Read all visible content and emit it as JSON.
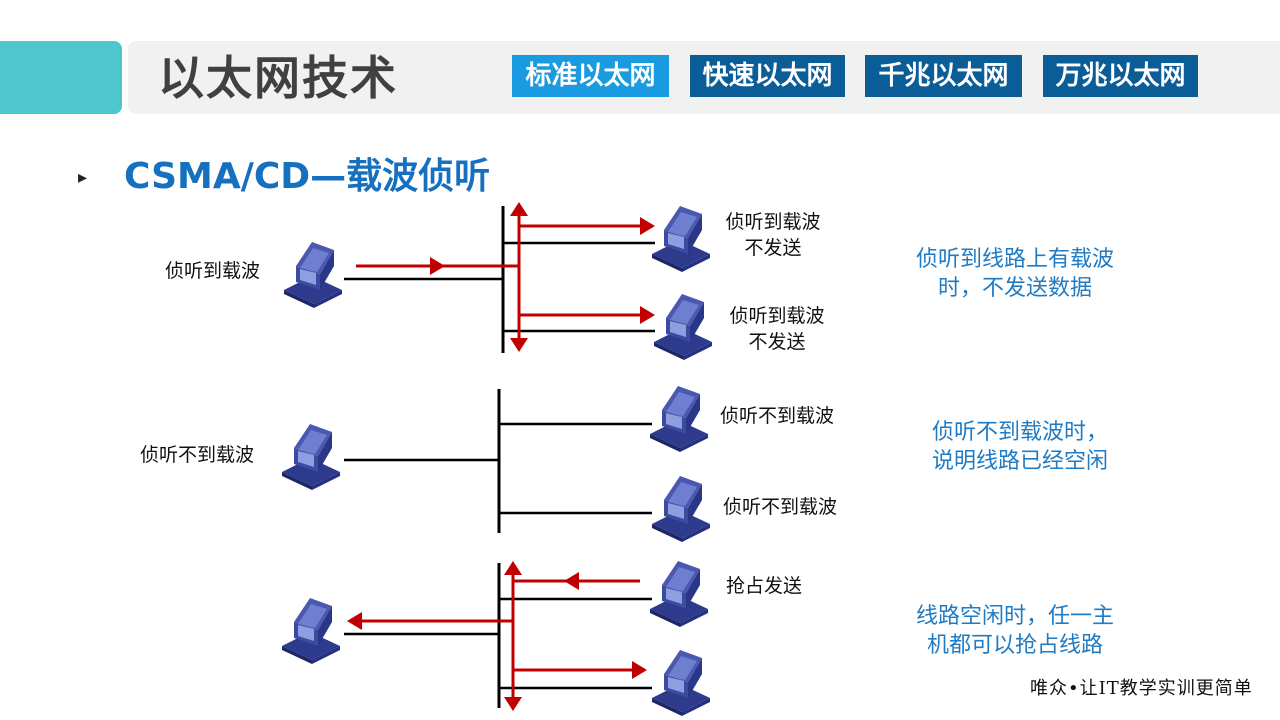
{
  "header": {
    "title": "以太网技术",
    "tabs": [
      {
        "label": "标准以太网",
        "active": true
      },
      {
        "label": "快速以太网",
        "active": false
      },
      {
        "label": "千兆以太网",
        "active": false
      },
      {
        "label": "万兆以太网",
        "active": false
      }
    ]
  },
  "colors": {
    "accent_teal": "#4ec6cc",
    "tab_active": "#1a9ae0",
    "tab_normal": "#0b5d98",
    "subtitle": "#1570bf",
    "note": "#1f7bc4",
    "arrow": "#c00000"
  },
  "section": {
    "bullet": "▸",
    "subtitle": "CSMA/CD—载波侦听"
  },
  "diagram1": {
    "sender_label": "侦听到载波",
    "receiver1_label": [
      "侦听到载波",
      "不发送"
    ],
    "receiver2_label": [
      "侦听到载波",
      "不发送"
    ],
    "note": [
      "侦听到线路上有载波",
      "时，不发送数据"
    ]
  },
  "diagram2": {
    "sender_label": "侦听不到载波",
    "receiver1_label": "侦听不到载波",
    "receiver2_label": "侦听不到载波",
    "note": [
      "侦听不到载波时，",
      "说明线路已经空闲"
    ]
  },
  "diagram3": {
    "sender_label": "抢占发送",
    "note": [
      "线路空闲时，任一主",
      "机都可以抢占线路"
    ]
  },
  "footer": {
    "slogan": "唯众•让IT教学实训更简单"
  }
}
